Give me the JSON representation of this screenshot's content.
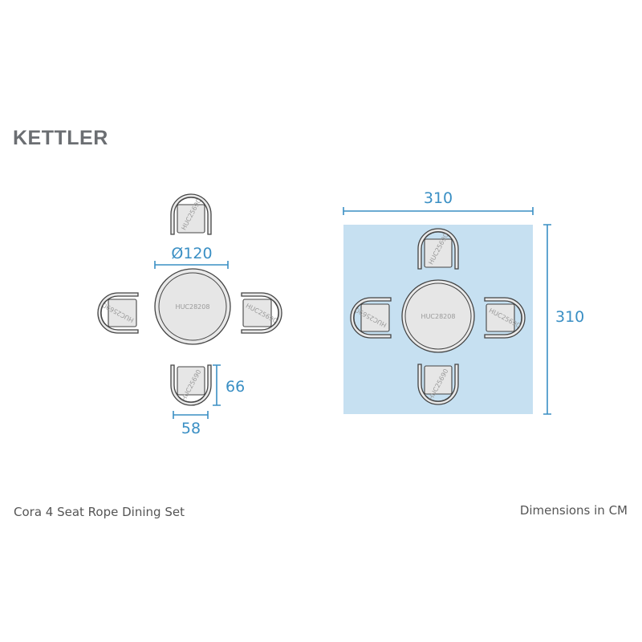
{
  "brand": {
    "logo_text": "KETTLER"
  },
  "colors": {
    "dimension": "#3a8fc4",
    "area_fill": "#c6e0f1",
    "logo": "#6b6e72"
  },
  "diagram": {
    "table_code": "HUC28208",
    "chair_code": "HUC25690",
    "table_diameter_label": "Ø120",
    "chair_depth_label": "66",
    "chair_width_label": "58",
    "area_width_label": "310",
    "area_height_label": "310"
  },
  "footer": {
    "product_name": "Cora 4 Seat Rope Dining Set",
    "units_note": "Dimensions in CM"
  }
}
